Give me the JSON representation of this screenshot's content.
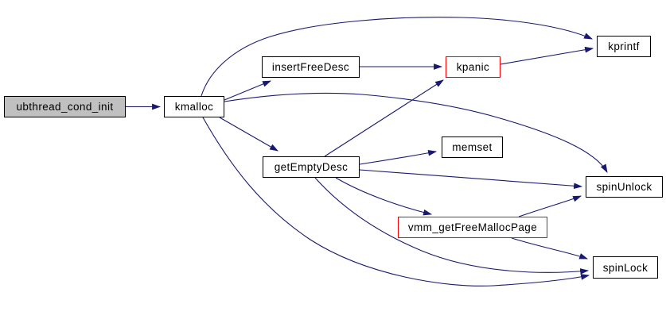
{
  "diagram": {
    "type": "call-graph",
    "background": "#ffffff",
    "colors": {
      "edge": "#191970",
      "node_border": "#000000",
      "node_fill": "#ffffff",
      "root_node_fill": "#c0c0c0",
      "truncated_node_border": "#ff0000",
      "text": "#000000"
    },
    "nodes": {
      "ubthread_cond_init": {
        "label": "ubthread_cond_init",
        "kind": "root"
      },
      "kmalloc": {
        "label": "kmalloc",
        "kind": "normal"
      },
      "insertFreeDesc": {
        "label": "insertFreeDesc",
        "kind": "normal"
      },
      "kpanic": {
        "label": "kpanic",
        "kind": "truncated"
      },
      "kprintf": {
        "label": "kprintf",
        "kind": "normal"
      },
      "getEmptyDesc": {
        "label": "getEmptyDesc",
        "kind": "normal"
      },
      "memset": {
        "label": "memset",
        "kind": "normal"
      },
      "spinUnlock": {
        "label": "spinUnlock",
        "kind": "normal"
      },
      "vmm_getFreeMallocPage": {
        "label": "vmm_getFreeMallocPage",
        "kind": "truncated"
      },
      "spinLock": {
        "label": "spinLock",
        "kind": "normal"
      }
    },
    "edges": [
      {
        "from": "ubthread_cond_init",
        "to": "kmalloc"
      },
      {
        "from": "kmalloc",
        "to": "insertFreeDesc"
      },
      {
        "from": "kmalloc",
        "to": "kprintf"
      },
      {
        "from": "kmalloc",
        "to": "getEmptyDesc"
      },
      {
        "from": "kmalloc",
        "to": "spinUnlock"
      },
      {
        "from": "kmalloc",
        "to": "spinLock"
      },
      {
        "from": "insertFreeDesc",
        "to": "kpanic"
      },
      {
        "from": "kpanic",
        "to": "kprintf"
      },
      {
        "from": "getEmptyDesc",
        "to": "kpanic"
      },
      {
        "from": "getEmptyDesc",
        "to": "memset"
      },
      {
        "from": "getEmptyDesc",
        "to": "spinUnlock"
      },
      {
        "from": "getEmptyDesc",
        "to": "vmm_getFreeMallocPage"
      },
      {
        "from": "getEmptyDesc",
        "to": "spinLock"
      },
      {
        "from": "vmm_getFreeMallocPage",
        "to": "spinUnlock"
      },
      {
        "from": "vmm_getFreeMallocPage",
        "to": "spinLock"
      }
    ]
  }
}
